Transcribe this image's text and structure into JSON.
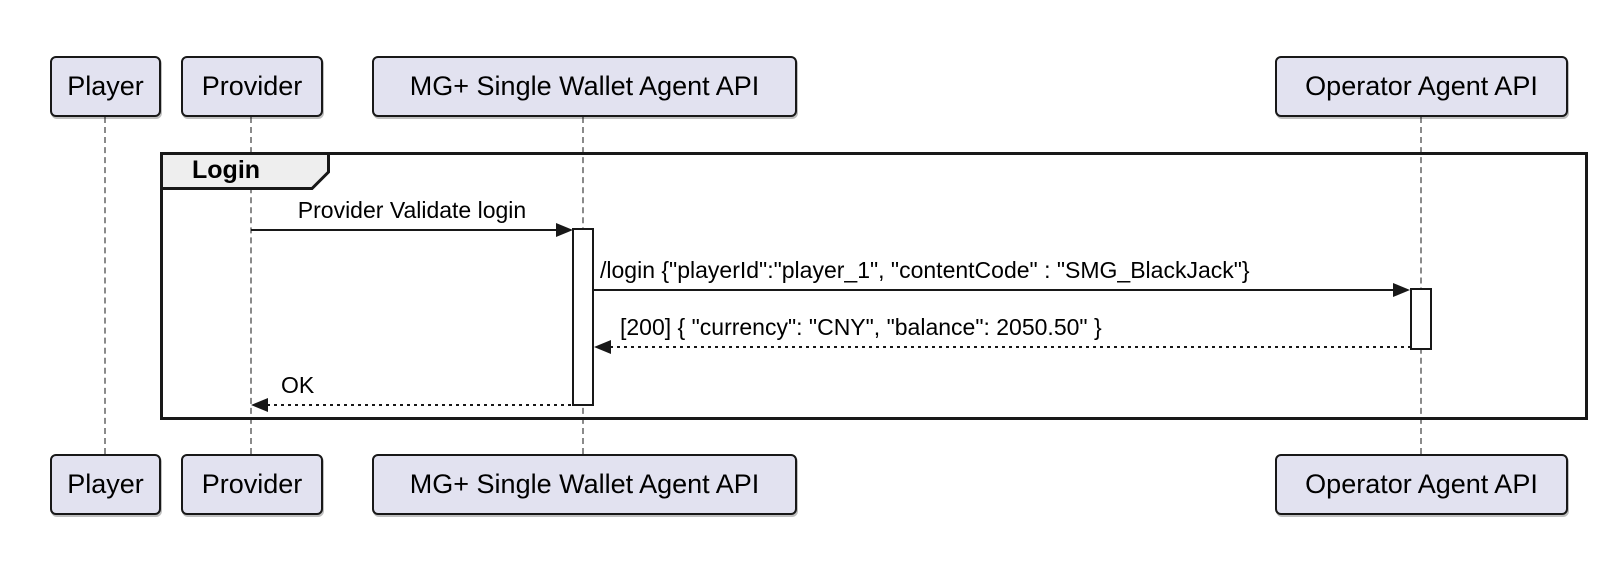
{
  "diagram": {
    "type": "sequence",
    "frame": {
      "label": "Login"
    },
    "participants": [
      {
        "name": "Player"
      },
      {
        "name": "Provider"
      },
      {
        "name": "MG+ Single Wallet Agent API"
      },
      {
        "name": "Operator Agent API"
      }
    ],
    "messages": [
      {
        "from": "Provider",
        "to": "MG+ Single Wallet Agent API",
        "line": "solid",
        "label": "Provider Validate login"
      },
      {
        "from": "MG+ Single Wallet Agent API",
        "to": "Operator Agent API",
        "line": "solid",
        "label": "/login {\"playerId\":\"player_1\", \"contentCode\" : \"SMG_BlackJack\"}"
      },
      {
        "from": "Operator Agent API",
        "to": "MG+ Single Wallet Agent API",
        "line": "dotted",
        "label": "[200] { \"currency\": \"CNY\", \"balance\": 2050.50\" }"
      },
      {
        "from": "MG+ Single Wallet Agent API",
        "to": "Provider",
        "line": "dotted",
        "label": "OK"
      }
    ],
    "activations": [
      {
        "participant": "MG+ Single Wallet Agent API"
      },
      {
        "participant": "Operator Agent API"
      }
    ]
  },
  "colors": {
    "participant_fill": "#E2E2F0",
    "participant_border": "#181818",
    "frame_border": "#181818",
    "frame_tab_fill": "#EEEEEE",
    "lifeline": "#8a8a8a",
    "text": "#000000",
    "background": "#FFFFFF"
  }
}
